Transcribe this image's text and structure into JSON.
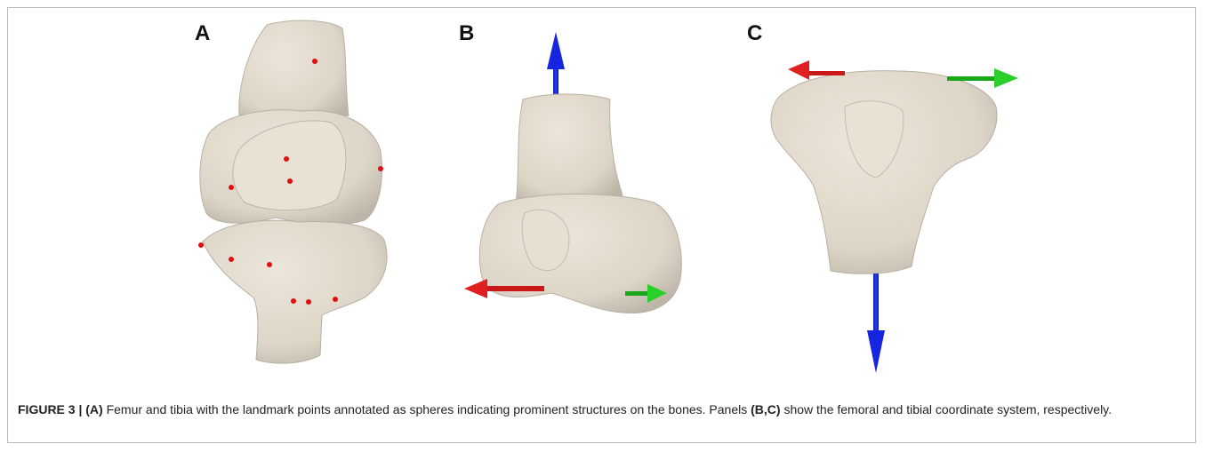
{
  "panels": {
    "a_label": "A",
    "b_label": "B",
    "c_label": "C"
  },
  "caption": {
    "figure_label": "FIGURE 3 |",
    "ref_a": "(A)",
    "text_1": " Femur and tibia with the landmark points annotated as spheres indicating prominent structures on the bones. Panels ",
    "ref_bc": "(B,C)",
    "text_2": " show the femoral and tibial coordinate system, respectively."
  },
  "colors": {
    "bone": "#e4ddd0",
    "bone_shadow": "#b9b1a3",
    "landmark": "#e01010",
    "axis_x": "#e02020",
    "axis_y": "#22cc22",
    "axis_z": "#1020e0"
  }
}
